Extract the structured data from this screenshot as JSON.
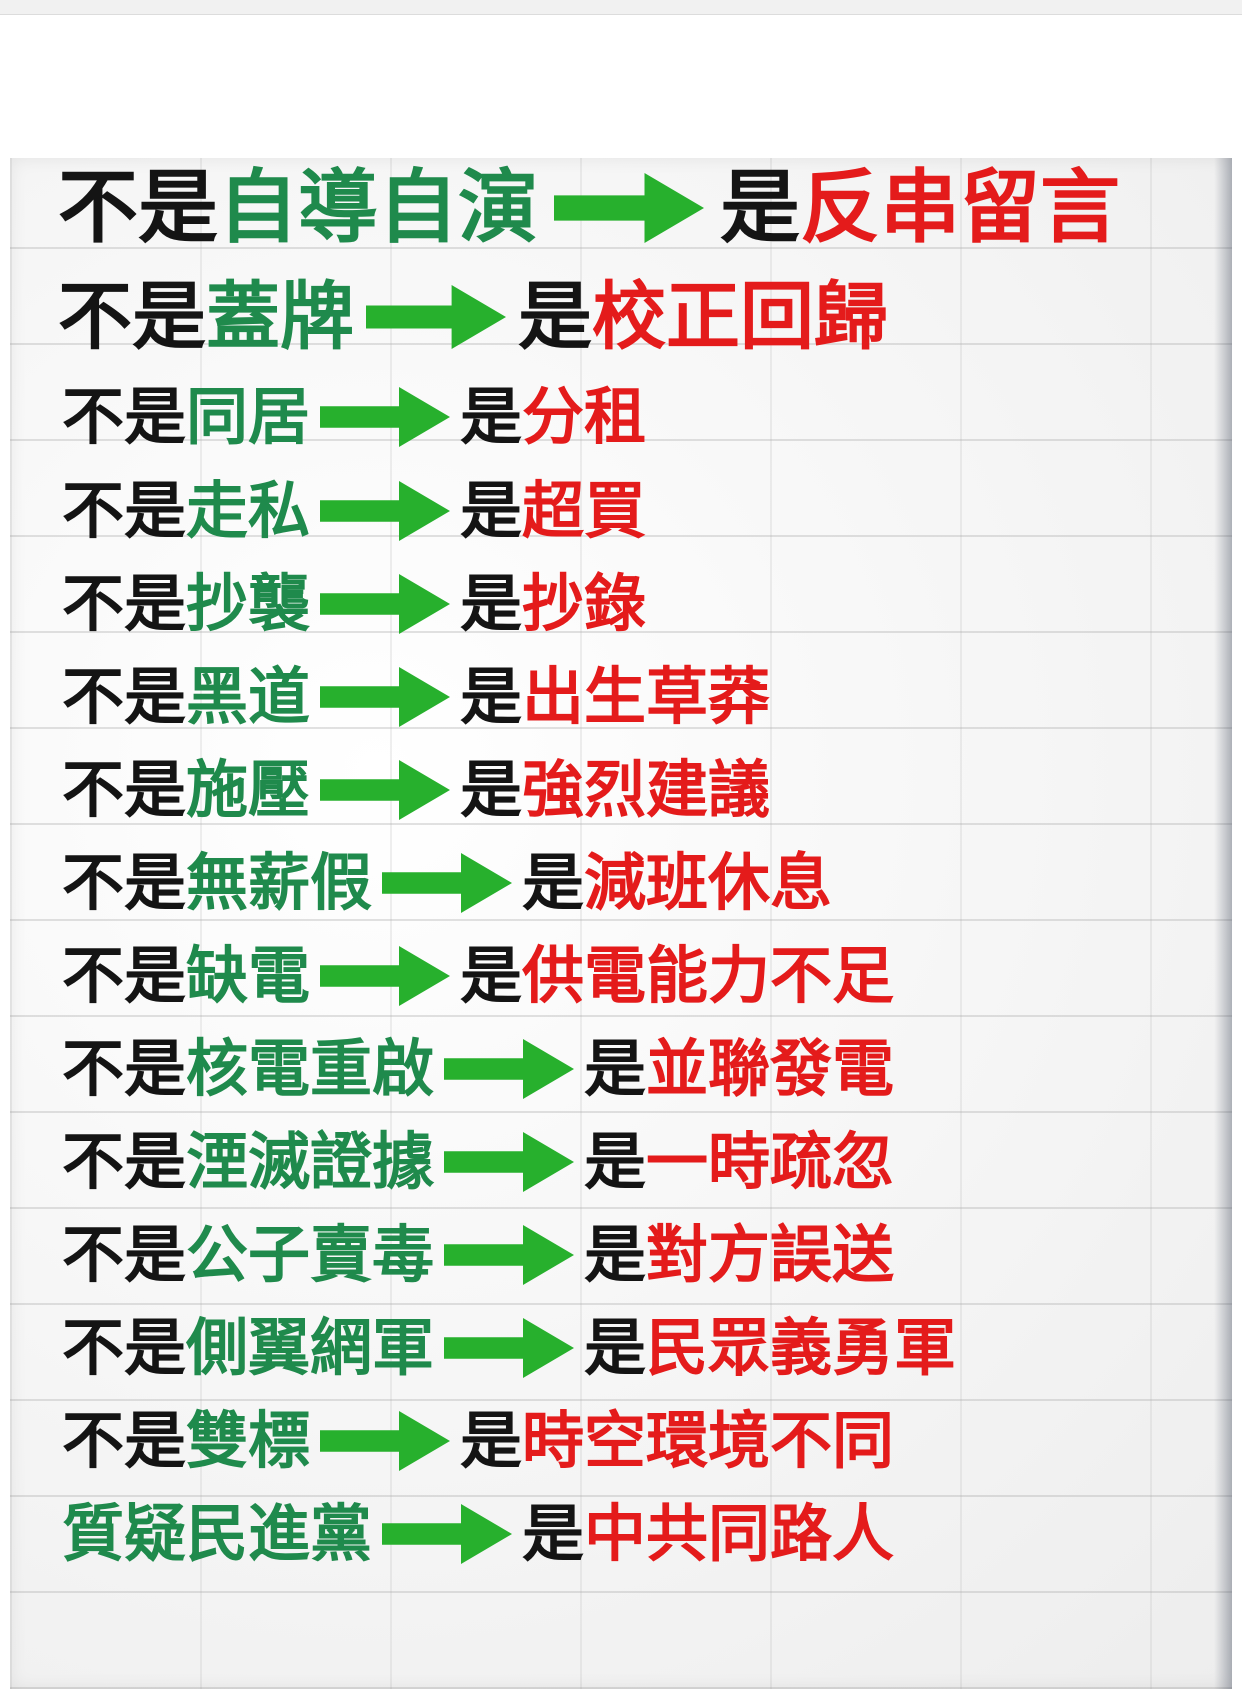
{
  "rows": [
    {
      "prefix": "不是",
      "term": "自導自演",
      "result_prefix": "是",
      "result": "反串留言"
    },
    {
      "prefix": "不是",
      "term": "蓋牌",
      "result_prefix": "是",
      "result": "校正回歸"
    },
    {
      "prefix": "不是",
      "term": "同居",
      "result_prefix": "是",
      "result": "分租"
    },
    {
      "prefix": "不是",
      "term": "走私",
      "result_prefix": "是",
      "result": "超買"
    },
    {
      "prefix": "不是",
      "term": "抄襲",
      "result_prefix": "是",
      "result": "抄錄"
    },
    {
      "prefix": "不是",
      "term": "黑道",
      "result_prefix": "是",
      "result": "出生草莽"
    },
    {
      "prefix": "不是",
      "term": "施壓",
      "result_prefix": "是",
      "result": "強烈建議"
    },
    {
      "prefix": "不是",
      "term": "無薪假",
      "result_prefix": "是",
      "result": "減班休息"
    },
    {
      "prefix": "不是",
      "term": "缺電",
      "result_prefix": "是",
      "result": "供電能力不足"
    },
    {
      "prefix": "不是",
      "term": "核電重啟",
      "result_prefix": "是",
      "result": "並聯發電"
    },
    {
      "prefix": "不是",
      "term": "湮滅證據",
      "result_prefix": "是",
      "result": "一時疏忽"
    },
    {
      "prefix": "不是",
      "term": "公子賣毒",
      "result_prefix": "是",
      "result": "對方誤送"
    },
    {
      "prefix": "不是",
      "term": "側翼網軍",
      "result_prefix": "是",
      "result": "民眾義勇軍"
    },
    {
      "prefix": "不是",
      "term": "雙標",
      "result_prefix": "是",
      "result": "時空環境不同"
    },
    {
      "prefix": "",
      "term": "質疑民進黨",
      "result_prefix": "是",
      "result": "中共同路人"
    }
  ],
  "colors": {
    "prefix": "#141414",
    "term": "#1f8a4c",
    "result": "#e41b1b",
    "arrow": "#27b02d"
  },
  "icons": {
    "arrow": "right-arrow-icon"
  }
}
